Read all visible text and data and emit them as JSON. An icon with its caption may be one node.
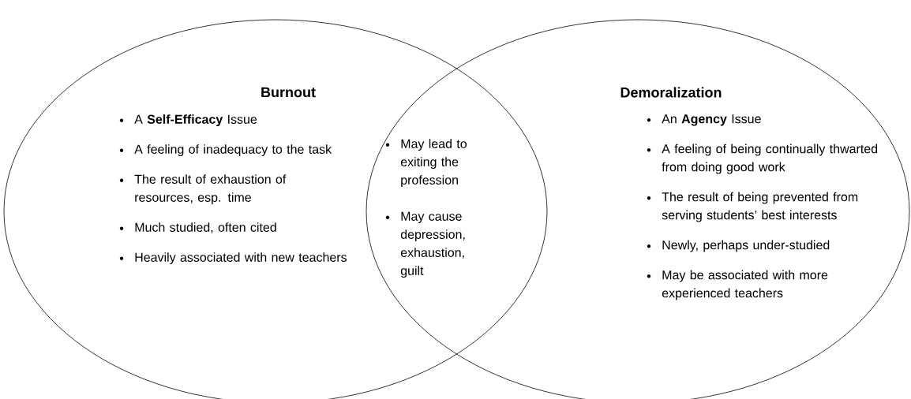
{
  "diagram": {
    "nodes": [
      {
        "text": [
          "Burnout",
          "A **Self-Efficacy** Issue",
          "A feeling of inadequacy to the task",
          "The result of exhaustion of resources, esp. time",
          "Much studied, often cited",
          "Heavily associated with new teachers"
        ]
      },
      {
        "text": [
          "May lead to exiting the profession",
          "May cause depression, exhaustion, guilt"
        ]
      },
      {
        "text": [
          "Demoralization",
          "An **Agency** Issue",
          "A feeling of being continually thwarted from doing good work",
          "The result of being prevented from serving students’ best interests",
          "Newly, perhaps under-studied",
          "May be associated with more experienced teachers"
        ]
      }
    ]
  }
}
